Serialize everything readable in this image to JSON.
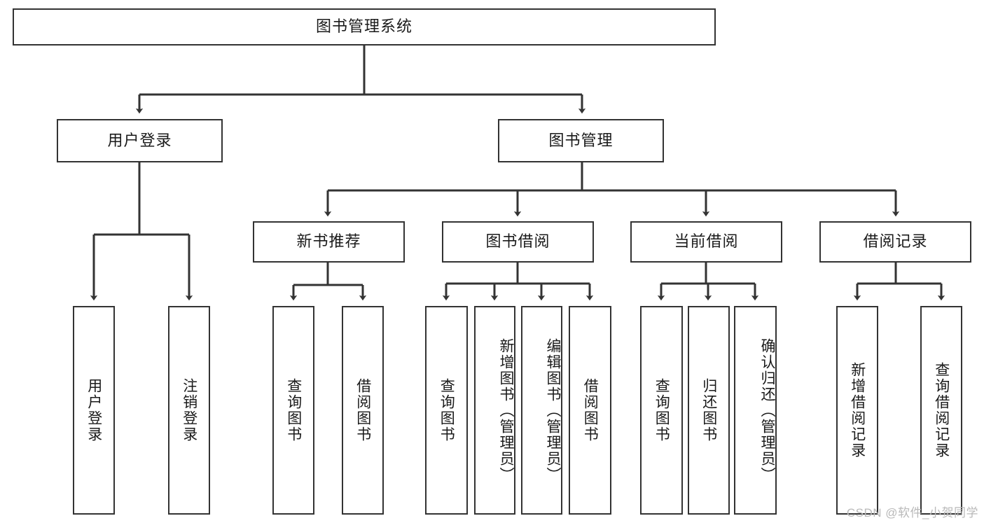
{
  "diagram": {
    "type": "tree",
    "title": "图书管理系统",
    "stroke_color": "#333333",
    "background_color": "#ffffff",
    "text_color": "#1a1a1a"
  },
  "root": {
    "label": "图书管理系统"
  },
  "level2": [
    {
      "label": "用户登录"
    },
    {
      "label": "图书管理"
    }
  ],
  "level3": [
    {
      "label": "新书推荐"
    },
    {
      "label": "图书借阅"
    },
    {
      "label": "当前借阅"
    },
    {
      "label": "借阅记录"
    }
  ],
  "leaves": {
    "user_login": [
      {
        "label": "用户登录"
      },
      {
        "label": "注销登录"
      }
    ],
    "new_book": [
      {
        "label": "查询图书"
      },
      {
        "label": "借阅图书"
      }
    ],
    "book_borrow": [
      {
        "label": "查询图书"
      },
      {
        "label": "新增图书（管理员）"
      },
      {
        "label": "编辑图书（管理员）"
      },
      {
        "label": "借阅图书"
      }
    ],
    "current_borrow": [
      {
        "label": "查询图书"
      },
      {
        "label": "归还图书"
      },
      {
        "label": "确认归还（管理员）"
      }
    ],
    "borrow_record": [
      {
        "label": "新增借阅记录"
      },
      {
        "label": "查询借阅记录"
      }
    ]
  },
  "watermark": {
    "text": "CSDN @软件_小贺同学"
  }
}
